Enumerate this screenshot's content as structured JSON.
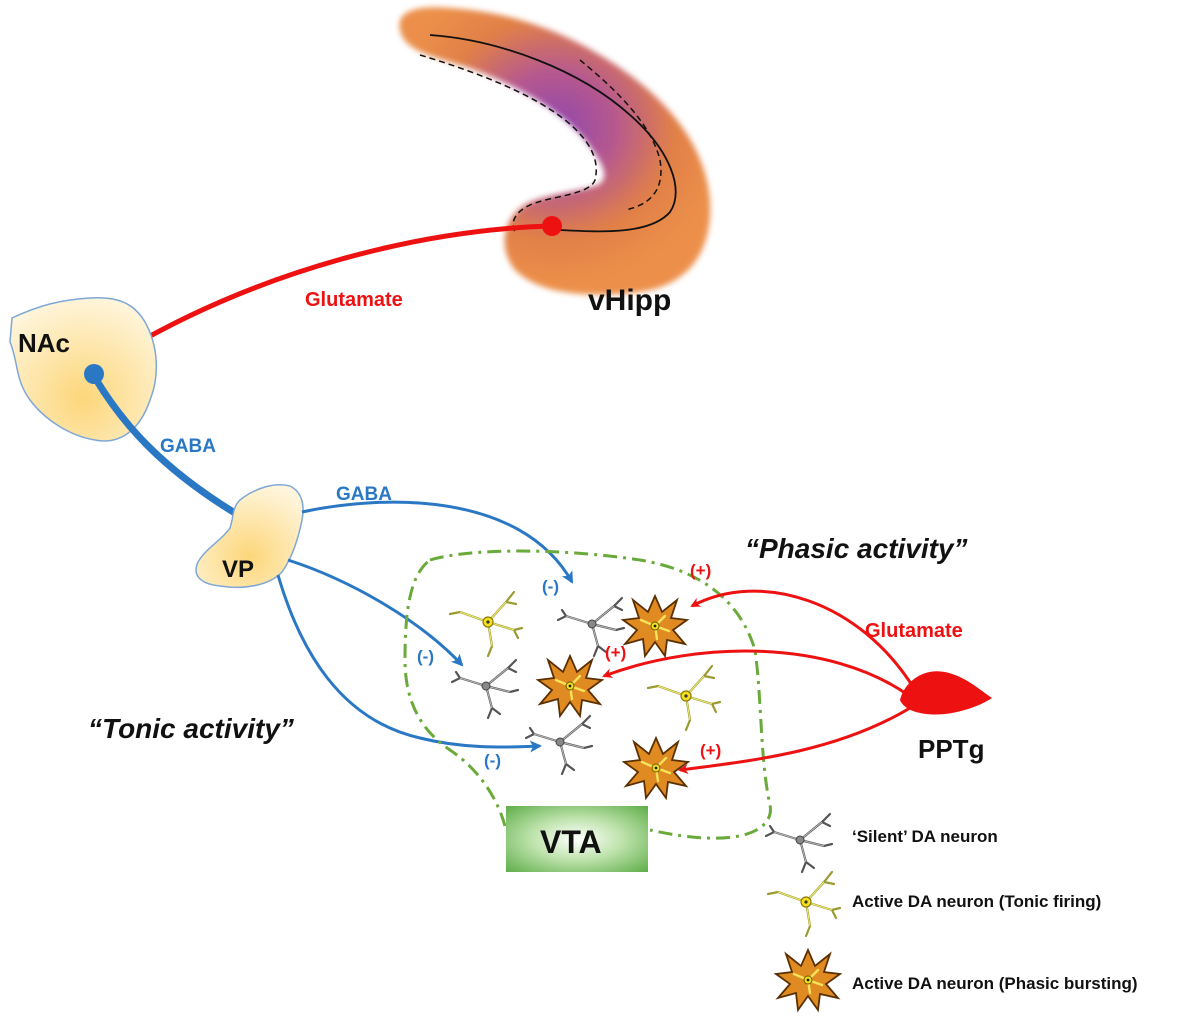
{
  "regions": {
    "vhipp": "vHipp",
    "nac": "NAc",
    "vp": "VP",
    "vta": "VTA",
    "pptg": "PPTg"
  },
  "projections": {
    "vhipp_to_nac": "Glutamate",
    "nac_to_vp": "GABA",
    "vp_to_vta": "GABA",
    "pptg_to_vta": "Glutamate"
  },
  "signs": {
    "inhibitory": "(-)",
    "excitatory": "(+)"
  },
  "activity": {
    "phasic": "“Phasic activity”",
    "tonic": "“Tonic activity”"
  },
  "legend": {
    "silent": "‘Silent’ DA neuron",
    "tonic": "Active DA neuron (Tonic firing)",
    "phasic": "Active DA neuron (Phasic bursting)"
  },
  "colors": {
    "glutamate": "#ee1111",
    "gaba": "#2a78c4",
    "vta_box": "#7cc46a",
    "vta_outline": "#6aaa3a",
    "region_fill": "#fde7a6",
    "region_stroke": "#7fa7d6",
    "hippocampus": "#e8833a",
    "silent_neuron": "#777777",
    "tonic_neuron": "#e6e060",
    "phasic_neuron": "#d98a20"
  }
}
